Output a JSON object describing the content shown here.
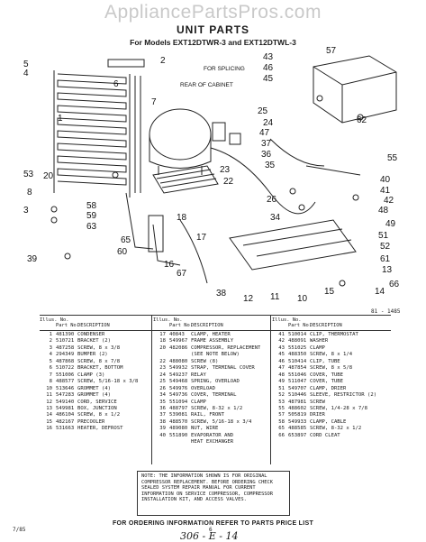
{
  "watermark": "AppliancePartsPros.com",
  "title": "UNIT PARTS",
  "subtitle": "For Models EXT12DTWR-3 and EXT12DTWL-3",
  "figure_id": "81 - 1485",
  "diagram_labels": {
    "for_splicing": "FOR SPLICING",
    "rear_of_cabinet": "REAR OF CABINET"
  },
  "callouts": [
    "1",
    "2",
    "3",
    "4",
    "5",
    "6",
    "7",
    "8",
    "10",
    "11",
    "12",
    "13",
    "14",
    "15",
    "16",
    "17",
    "18",
    "20",
    "22",
    "23",
    "24",
    "25",
    "26",
    "34",
    "35",
    "36",
    "37",
    "38",
    "39",
    "40",
    "41",
    "42",
    "43",
    "45",
    "46",
    "47",
    "48",
    "49",
    "51",
    "52",
    "53",
    "55",
    "57",
    "58",
    "59",
    "60",
    "61",
    "62",
    "63",
    "65",
    "66",
    "67"
  ],
  "table_headers": {
    "ills_no": "Illus. No.",
    "part_no": "Part No.",
    "description": "DESCRIPTION"
  },
  "table": {
    "col1": [
      {
        "no": "1",
        "part": "481390",
        "desc": "CONDENSER"
      },
      {
        "no": "2",
        "part": "510721",
        "desc": "BRACKET (2)"
      },
      {
        "no": "3",
        "part": "487258",
        "desc": "SCREW, 8 x 3/8"
      },
      {
        "no": "4",
        "part": "294349",
        "desc": "BUMPER (2)"
      },
      {
        "no": "5",
        "part": "487868",
        "desc": "SCREW, 8 x 7/8"
      },
      {
        "no": "6",
        "part": "510722",
        "desc": "BRACKET, BOTTOM"
      },
      {
        "no": "7",
        "part": "551006",
        "desc": "CLAMP (3)"
      },
      {
        "no": "8",
        "part": "488577",
        "desc": "SCREW, 5/16-18 x 3/8"
      },
      {
        "no": "10",
        "part": "513646",
        "desc": "GROMMET (4)"
      },
      {
        "no": "11",
        "part": "547283",
        "desc": "GROMMET (4)"
      },
      {
        "no": "12",
        "part": "549140",
        "desc": "CORD, SERVICE"
      },
      {
        "no": "13",
        "part": "549981",
        "desc": "BOX, JUNCTION"
      },
      {
        "no": "14",
        "part": "486104",
        "desc": "SCREW, 8 x 1/2"
      },
      {
        "no": "15",
        "part": "482167",
        "desc": "PRECOOLER"
      },
      {
        "no": "16",
        "part": "531663",
        "desc": "HEATER, DEFROST"
      }
    ],
    "col2": [
      {
        "no": "17",
        "part": "40843",
        "desc": "CLAMP, HEATER"
      },
      {
        "no": "18",
        "part": "549967",
        "desc": "FRAME ASSEMBLY"
      },
      {
        "no": "20",
        "part": "482086",
        "desc": "COMPRESSOR, REPLACEMENT"
      },
      {
        "no": "",
        "part": "",
        "desc": "(SEE NOTE BELOW)"
      },
      {
        "no": "22",
        "part": "488080",
        "desc": "SCREW (8)"
      },
      {
        "no": "23",
        "part": "549932",
        "desc": "STRAP, TERMINAL COVER"
      },
      {
        "no": "24",
        "part": "549237",
        "desc": "RELAY"
      },
      {
        "no": "25",
        "part": "549468",
        "desc": "SPRING, OVERLOAD"
      },
      {
        "no": "26",
        "part": "549976",
        "desc": "OVERLOAD"
      },
      {
        "no": "34",
        "part": "549736",
        "desc": "COVER, TERMINAL"
      },
      {
        "no": "35",
        "part": "551094",
        "desc": "CLAMP"
      },
      {
        "no": "36",
        "part": "488797",
        "desc": "SCREW, 8-32 x 1/2"
      },
      {
        "no": "37",
        "part": "539081",
        "desc": "RAIL, FRONT"
      },
      {
        "no": "38",
        "part": "488570",
        "desc": "SCREW, 5/16-18 x 3/4"
      },
      {
        "no": "39",
        "part": "489080",
        "desc": "NUT, WIRE"
      },
      {
        "no": "40",
        "part": "551890",
        "desc": "EVAPORATOR AND"
      },
      {
        "no": "",
        "part": "",
        "desc": "HEAT EXCHANGER"
      }
    ],
    "col3": [
      {
        "no": "41",
        "part": "510014",
        "desc": "CLIP, THERMOSTAT"
      },
      {
        "no": "42",
        "part": "488091",
        "desc": "WASHER"
      },
      {
        "no": "43",
        "part": "551025",
        "desc": "CLAMP"
      },
      {
        "no": "45",
        "part": "488350",
        "desc": "SCREW, 8 x 1/4"
      },
      {
        "no": "46",
        "part": "510414",
        "desc": "CLIP, TUBE"
      },
      {
        "no": "47",
        "part": "487854",
        "desc": "SCREW, 8 x 5/8"
      },
      {
        "no": "48",
        "part": "551046",
        "desc": "COVER, TUBE"
      },
      {
        "no": "49",
        "part": "511047",
        "desc": "COVER, TUBE"
      },
      {
        "no": "51",
        "part": "549707",
        "desc": "CLAMP, DRIER"
      },
      {
        "no": "52",
        "part": "510446",
        "desc": "SLEEVE, RESTRICTOR (2)"
      },
      {
        "no": "53",
        "part": "487981",
        "desc": "SCREW"
      },
      {
        "no": "55",
        "part": "488602",
        "desc": "SCREW, 1/4-28 x 7/8"
      },
      {
        "no": "57",
        "part": "505819",
        "desc": "DRIER"
      },
      {
        "no": "58",
        "part": "549933",
        "desc": "CLAMP, CABLE"
      },
      {
        "no": "65",
        "part": "488585",
        "desc": "SCREW, 8-32 x 1/2"
      },
      {
        "no": "66",
        "part": "653897",
        "desc": "CORD CLEAT"
      }
    ]
  },
  "note": "NOTE: THE INFORMATION SHOWN IS FOR ORIGINAL COMPRESSOR REPLACEMENT. BEFORE ORDERING CHECK SEALED SYSTEM REPAIR MANUAL FOR CURRENT INFORMATION ON SERVICE COMPRESSOR, COMPRESSOR INSTALLATION KIT, AND ACCESS VALVES.",
  "order_info": "FOR ORDERING INFORMATION REFER TO PARTS PRICE LIST",
  "footer_code": "7/85",
  "page_number": "6",
  "handwritten": "306 - E - 14"
}
